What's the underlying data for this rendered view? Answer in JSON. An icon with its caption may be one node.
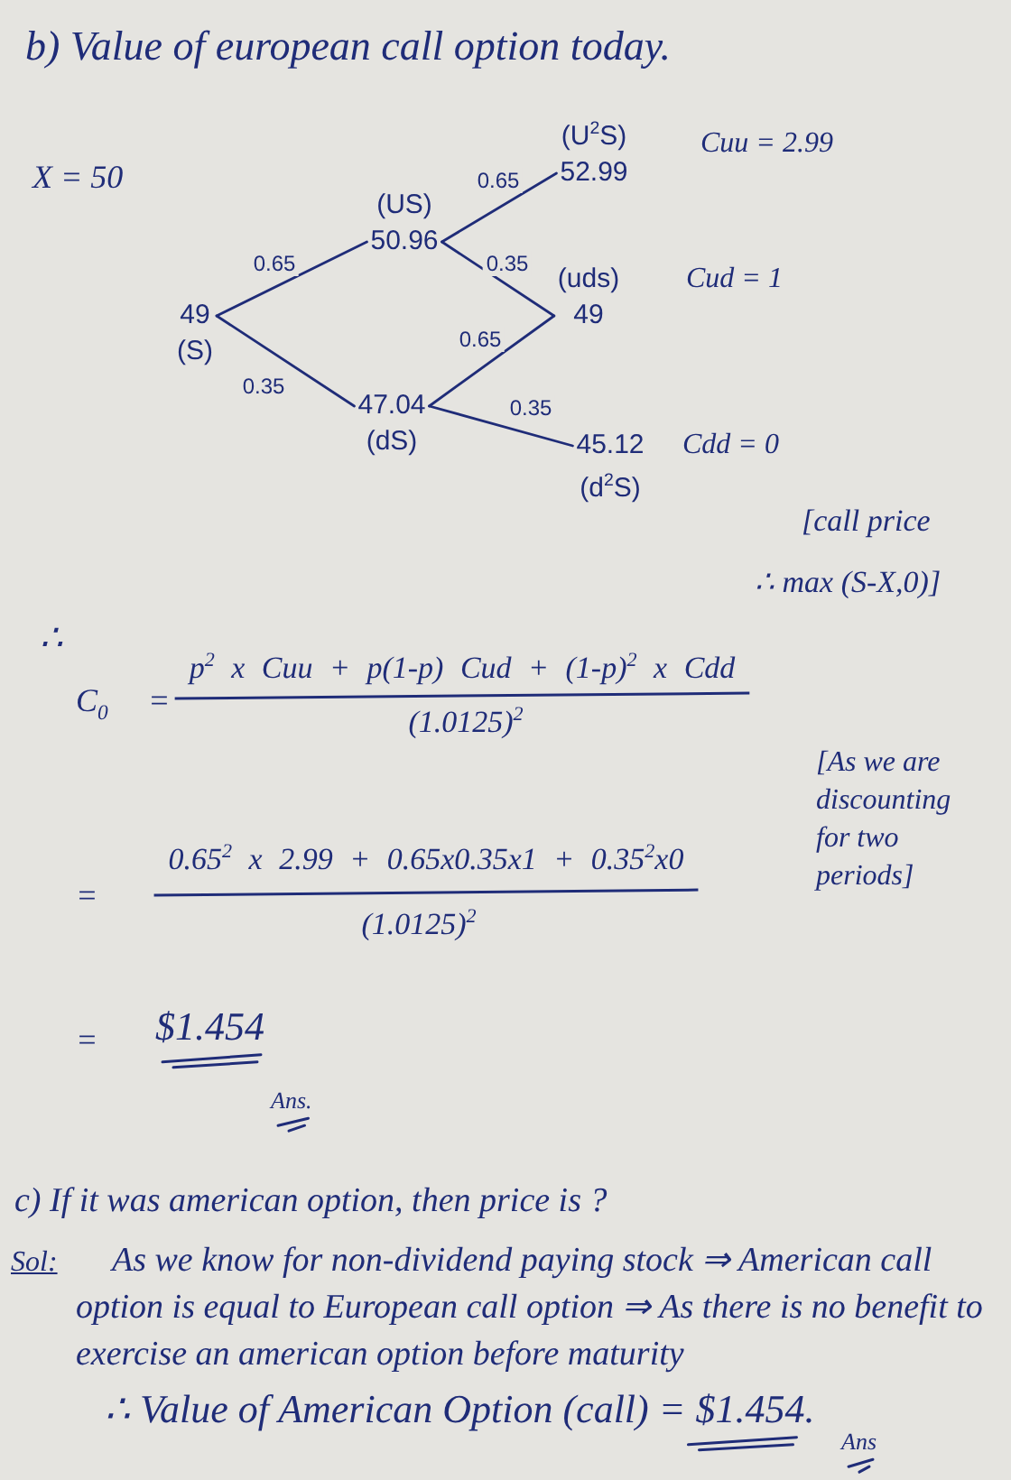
{
  "diagram": {
    "title": "b) Value of european call option today.",
    "nodes": [
      {
        "text": [
          "49",
          "(S)"
        ]
      },
      {
        "text": [
          "(US)",
          "50.96"
        ]
      },
      {
        "text": [
          "(U$^{2}$S)",
          "52.99"
        ],
        "beside": [
          "Cuu = 2.99"
        ]
      },
      {
        "text": [
          "(uds)",
          "49"
        ],
        "beside": [
          "Cud = 1"
        ]
      },
      {
        "text": [
          "47.04",
          "(dS)"
        ]
      },
      {
        "text": [
          "45.12",
          "(d$^{2}$S)"
        ],
        "beside": [
          "Cdd = 0"
        ]
      }
    ],
    "edges": [
      {
        "from": 0,
        "to": 1,
        "arrow": "none",
        "label": "0.65"
      },
      {
        "from": 0,
        "to": 4,
        "arrow": "none",
        "label": "0.35"
      },
      {
        "from": 1,
        "to": 2,
        "arrow": "none",
        "label": "0.65"
      },
      {
        "from": 1,
        "to": 3,
        "arrow": "none",
        "label": "0.35"
      },
      {
        "from": 4,
        "to": 3,
        "arrow": "none",
        "label": "0.65"
      },
      {
        "from": 4,
        "to": 5,
        "arrow": "none",
        "label": "0.35"
      }
    ],
    "labels": [
      "X = 50",
      "[call price ∴ max (S-X,0)]",
      "∴",
      "C$_{0}$",
      "=",
      "p$^{2}$ x Cuu + p(1-p) Cud + (1-p)$^{2}$ x Cdd",
      "(1.0125)$^{2}$",
      "[As we are discounting for two periods]",
      "=",
      "0.65$^{2}$ x 2.99 + 0.65x0.35x1 + 0.35$^{2}$x0",
      "(1.0125)$^{2}$",
      "=",
      "$1.454",
      "Ans.",
      "c) If it was american option, then price is ?",
      "Sol:",
      "As we know for non-dividend paying stock ⇒ American call option is equal to European call option ⇒ As there is no benefit to exercise an american option before maturity",
      "∴ Value of American Option (call) = $1.454.",
      "Ans"
    ]
  }
}
